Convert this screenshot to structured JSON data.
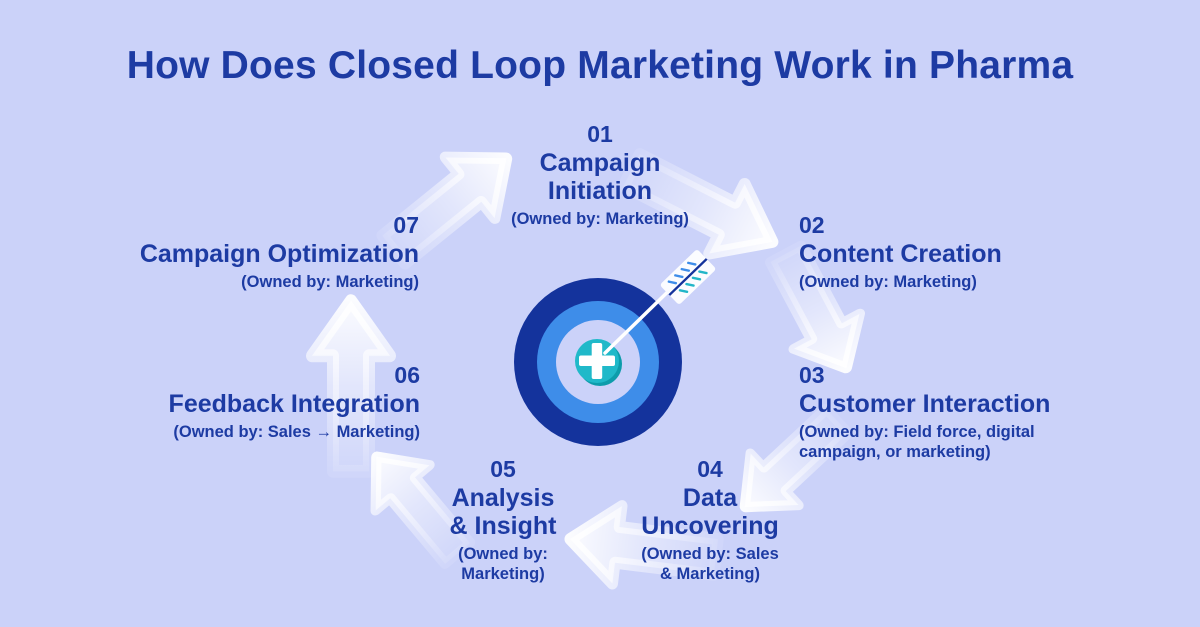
{
  "title": "How Does Closed Loop Marketing Work in Pharma",
  "steps": [
    {
      "number": "01",
      "name": "Campaign\nInitiation",
      "owner": "(Owned by: Marketing)"
    },
    {
      "number": "02",
      "name": "Content Creation",
      "owner": "(Owned by: Marketing)"
    },
    {
      "number": "03",
      "name": "Customer Interaction",
      "owner": "(Owned by: Field force, digital\ncampaign, or marketing)"
    },
    {
      "number": "04",
      "name": "Data\nUncovering",
      "owner": "(Owned by: Sales\n& Marketing)"
    },
    {
      "number": "05",
      "name": "Analysis\n& Insight",
      "owner": "(Owned by:\nMarketing)"
    },
    {
      "number": "06",
      "name": "Feedback Integration",
      "owner": "(Owned by: Sales → Marketing)"
    },
    {
      "number": "07",
      "name": "Campaign Optimization",
      "owner": "(Owned by: Marketing)"
    }
  ],
  "icons": {
    "center": "bullseye-target-with-dart-arrow-and-medical-cross",
    "loop_arrows": "seven-white-gradient-arrows-forming-clockwise-loop"
  },
  "colors": {
    "background": "#cbd2f9",
    "text": "#1d3ba3",
    "target_navy": "#14339c",
    "target_blue": "#3e8de9",
    "target_ring": "#cbd2f9",
    "target_teal": "#20b9c9",
    "target_teal_shadow": "#0d9cab",
    "arrow_white": "#ffffff"
  }
}
